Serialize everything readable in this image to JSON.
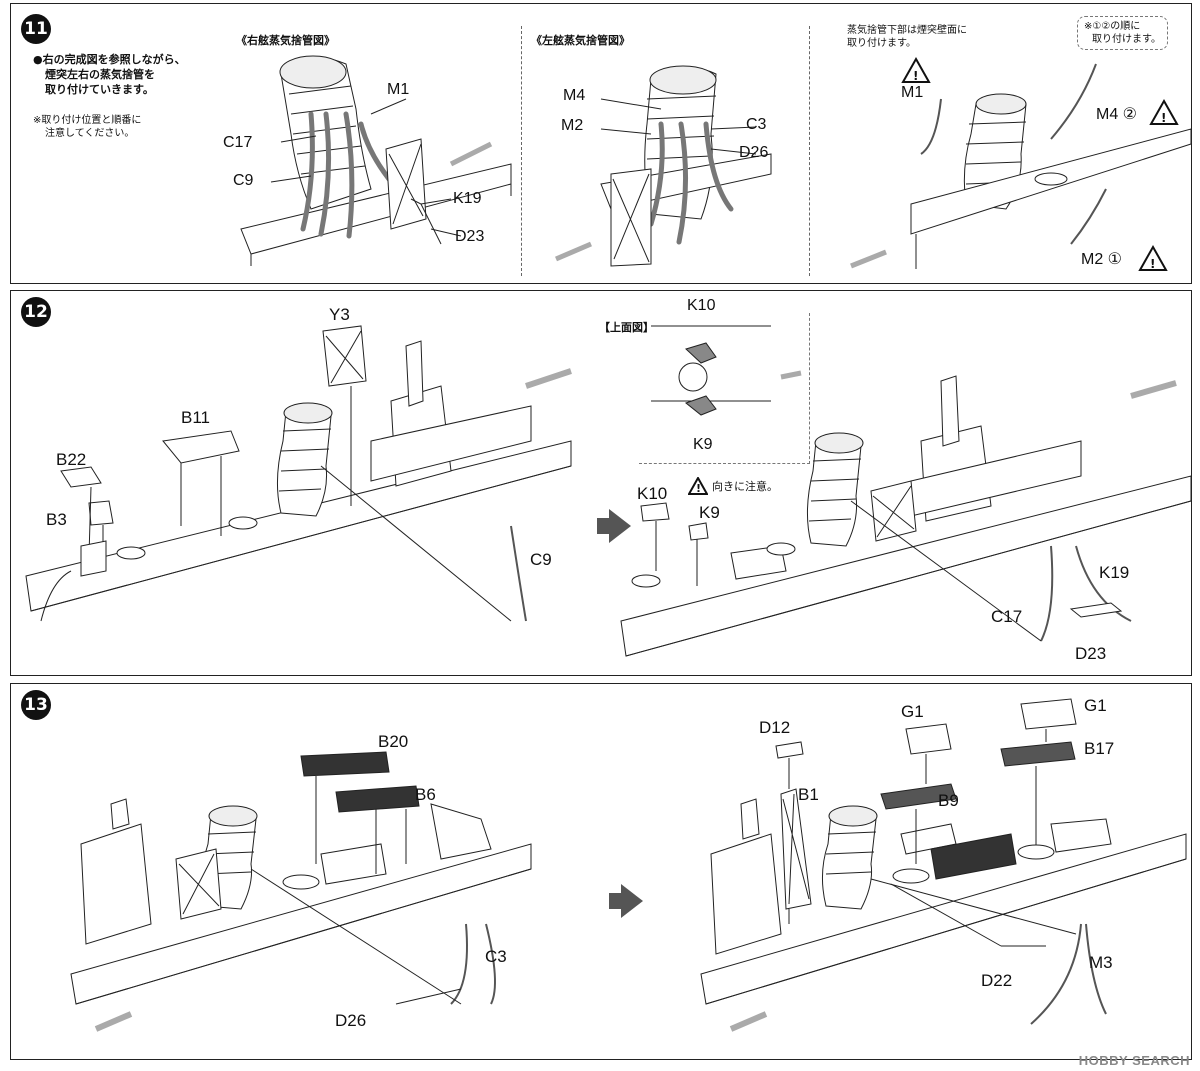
{
  "step11": {
    "number": "11",
    "instruction_text": "●右の完成図を参照しながら、煙突左右の蒸気捨管を取り付けていきます。",
    "instruction_lines": [
      "●右の完成図を参照しながら、",
      "煙突左右の蒸気捨管を",
      "取り付けていきます。"
    ],
    "caution_lines": [
      "※取り付け位置と順番に",
      "注意してください。"
    ],
    "starboard_caption": "《右舷蒸気捨管図》",
    "port_caption": "《左舷蒸気捨管図》",
    "right_note_lines": [
      "蒸気捨管下部は煙突壁面に",
      "取り付けます。"
    ],
    "order_note_lines": [
      "※①②の順に",
      "取り付けます。"
    ],
    "labels": {
      "m1": "M1",
      "c17": "C17",
      "c9": "C9",
      "k19": "K19",
      "d23": "D23",
      "m4": "M4",
      "m2": "M2",
      "c3": "C3",
      "d26": "D26",
      "m1_right": "M1",
      "m4_right": "M4 ②",
      "m2_right": "M2 ①"
    }
  },
  "step12": {
    "number": "12",
    "labels": {
      "y3": "Y3",
      "b11": "B11",
      "b22": "B22",
      "b3": "B3",
      "c9": "C9",
      "k10_top": "K10",
      "k9_top": "K9",
      "k10": "K10",
      "k9": "K9",
      "k19": "K19",
      "c17": "C17",
      "d23": "D23"
    },
    "top_view_title": "【上面図】",
    "orientation_note": "向きに注意。"
  },
  "step13": {
    "number": "13",
    "labels": {
      "b20": "B20",
      "b6": "B6",
      "c3": "C3",
      "d26": "D26",
      "d12": "D12",
      "b1": "B1",
      "g1_a": "G1",
      "g1_b": "G1",
      "b17": "B17",
      "b9": "B9",
      "d22": "D22",
      "m3": "M3"
    }
  },
  "watermark": "HOBBY SEARCH",
  "colors": {
    "line": "#222222",
    "fill_gray": "#9a9a9a",
    "arrow_gray": "#555555"
  }
}
